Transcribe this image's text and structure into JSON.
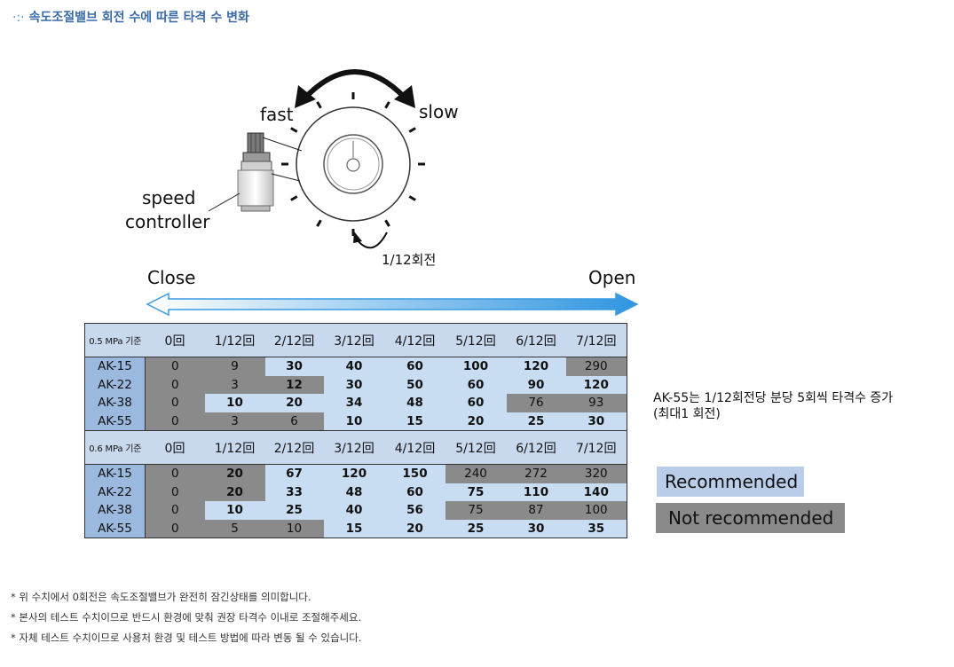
{
  "heading": {
    "bullet": "·:·",
    "text": "속도조절밸브 회전 수에 따른 타격 수 변화"
  },
  "diagram": {
    "fast": "fast",
    "slow": "slow",
    "speed": "speed",
    "controller": "controller",
    "rotation_label": "1/12회전",
    "close": "Close",
    "open": "Open"
  },
  "table": {
    "columns": [
      "0回",
      "1/12回",
      "2/12回",
      "3/12回",
      "4/12回",
      "5/12回",
      "6/12回",
      "7/12回"
    ],
    "sections": [
      {
        "label": "0.5 MPa 기준",
        "rows": [
          {
            "model": "AK-15",
            "values": [
              "0",
              "9",
              "30",
              "40",
              "60",
              "100",
              "120",
              "290"
            ],
            "styles": [
              "g",
              "g",
              "l",
              "l",
              "l",
              "l",
              "l",
              "g"
            ]
          },
          {
            "model": "AK-22",
            "values": [
              "0",
              "3",
              "12",
              "30",
              "50",
              "60",
              "90",
              "120"
            ],
            "styles": [
              "g",
              "g",
              "gb",
              "l",
              "l",
              "l",
              "l",
              "l"
            ]
          },
          {
            "model": "AK-38",
            "values": [
              "0",
              "10",
              "20",
              "34",
              "48",
              "60",
              "76",
              "93"
            ],
            "styles": [
              "g",
              "l",
              "l",
              "l",
              "l",
              "l",
              "g",
              "g"
            ]
          },
          {
            "model": "AK-55",
            "values": [
              "0",
              "3",
              "6",
              "10",
              "15",
              "20",
              "25",
              "30"
            ],
            "styles": [
              "g",
              "g",
              "g",
              "l",
              "l",
              "l",
              "l",
              "l"
            ]
          }
        ]
      },
      {
        "label": "0.6 MPa 기준",
        "rows": [
          {
            "model": "AK-15",
            "values": [
              "0",
              "20",
              "67",
              "120",
              "150",
              "240",
              "272",
              "320"
            ],
            "styles": [
              "g",
              "gb",
              "l",
              "l",
              "l",
              "g",
              "g",
              "g"
            ]
          },
          {
            "model": "AK-22",
            "values": [
              "0",
              "20",
              "33",
              "48",
              "60",
              "75",
              "110",
              "140"
            ],
            "styles": [
              "g",
              "gb",
              "l",
              "l",
              "l",
              "l",
              "l",
              "l"
            ]
          },
          {
            "model": "AK-38",
            "values": [
              "0",
              "10",
              "25",
              "40",
              "56",
              "75",
              "87",
              "100"
            ],
            "styles": [
              "g",
              "l",
              "l",
              "l",
              "l",
              "g",
              "g",
              "g"
            ]
          },
          {
            "model": "AK-55",
            "values": [
              "0",
              "5",
              "10",
              "15",
              "20",
              "25",
              "30",
              "35"
            ],
            "styles": [
              "g",
              "g",
              "g",
              "l",
              "l",
              "l",
              "l",
              "l"
            ]
          }
        ]
      }
    ]
  },
  "side_note": {
    "line1": "AK-55는 1/12회전당 분당 5회씩 타격수 증가",
    "line2": "(최대1 회전)"
  },
  "legend": {
    "recommended": "Recommended",
    "not_recommended": "Not recommended"
  },
  "colors": {
    "recommended": "#c8ddf2",
    "not_recommended": "#8a8a8a",
    "header": "#c8d9ee",
    "model": "#9bb9df",
    "heading": "#3b6aa8",
    "arrow": "#3a9be0"
  },
  "footnotes": [
    "* 위 수치에서 0회전은 속도조절밸브가 완전히 잠긴상태를 의미합니다.",
    "* 본사의 테스트 수치이므로 반드시 환경에 맞춰 권장 타격수 이내로 조절해주세요.",
    "* 자체 테스트 수치이므로 사용처 환경 및 테스트 방법에 따라 변동 될 수 있습니다."
  ]
}
